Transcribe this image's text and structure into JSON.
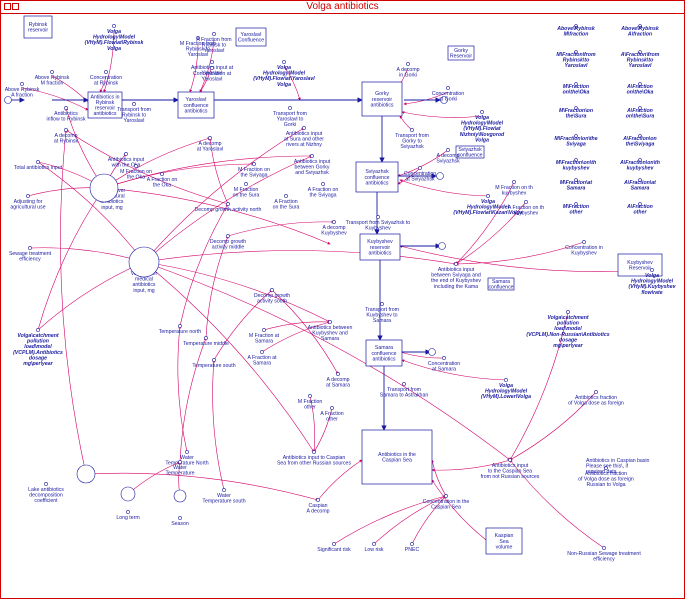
{
  "window": {
    "title": "Volga antibiotics"
  },
  "stocks": [
    {
      "id": "s1",
      "label": "Rybinsk|reservoir"
    },
    {
      "id": "s2",
      "label": "Antibiotics in|Rybinsk|reservoir|antibiotics"
    },
    {
      "id": "s3",
      "label": "Yaroslavl|confluence|antibiotics"
    },
    {
      "id": "s4",
      "label": "Gorky|reservoir|antibiotics"
    },
    {
      "id": "s5",
      "label": "Sviyazhsk|confluence|antibiotics"
    },
    {
      "id": "s6",
      "label": "Kuybyshev|reservoir|antibiotics"
    },
    {
      "id": "s7",
      "label": "Samara|confluence|antibiotics"
    },
    {
      "id": "s8",
      "label": "Antibiotics in the|Caspian Sea"
    },
    {
      "id": "s9",
      "label": "Kuybyshev|Reservoir"
    },
    {
      "id": "s10",
      "label": "Kaspian|Sea|volume"
    },
    {
      "id": "s11",
      "label": "Yaroslavl|Confluence"
    },
    {
      "id": "s12",
      "label": "Gorky|Reservoir"
    },
    {
      "id": "s13",
      "label": "Sviyazhsk|confluence"
    },
    {
      "id": "s14",
      "label": "Samara|confluence"
    }
  ],
  "variables": [
    {
      "id": "v1",
      "label": "Volga|Hydrology\\Model|(VHyM).Flow\\at\\Rybinsk|Volga",
      "style": "bold"
    },
    {
      "id": "v2",
      "label": "M Fraction from|Rybinsk to|Yaroslavl"
    },
    {
      "id": "v3",
      "label": "A Fraction from|Rybinsk to|Yaroslavl"
    },
    {
      "id": "v4",
      "label": "Above Rybinsk|M fraction"
    },
    {
      "id": "v5",
      "label": "Above Rybinsk|A fraction"
    },
    {
      "id": "v6",
      "label": "Concentration|at Rybinsk"
    },
    {
      "id": "v7",
      "label": "Antibiotics input at|Yaroslavl"
    },
    {
      "id": "v8",
      "label": "Concentration at|Yaroslavl"
    },
    {
      "id": "v9",
      "label": "Volga|Hydrology\\Model|(VHyM).Flow\\at\\Yaroslavl|Volga",
      "style": "bold"
    },
    {
      "id": "v10",
      "label": "A decomp|in Gorki"
    },
    {
      "id": "v11",
      "label": "Concentration|at Gorki"
    },
    {
      "id": "v12",
      "label": "Volga|Hydrology\\Model|(VHyM).Flow\\at|Nizhniy\\Novgorod|Volga",
      "style": "bold"
    },
    {
      "id": "v13",
      "label": "Antibiotics|inflow to Rybinsk"
    },
    {
      "id": "v14",
      "label": "A decomp|at Rybinsk"
    },
    {
      "id": "v15",
      "label": "Transport from|Rybinsk to|Yaroslavl"
    },
    {
      "id": "v16",
      "label": "Transport from|Yaroslavl to|Gorki"
    },
    {
      "id": "v17",
      "label": "A decomp|at Yaroslavl"
    },
    {
      "id": "v18",
      "label": "Antibiotics input|at Sura and other|rivers at Nizhny"
    },
    {
      "id": "v19",
      "label": "Transport from|Gorky to|Sviyazhsk"
    },
    {
      "id": "v20",
      "label": "Antibiotics input|with the Oka"
    },
    {
      "id": "v21",
      "label": "A Fraction on|the Oka"
    },
    {
      "id": "v22",
      "label": "M Fraction on|the Oka"
    },
    {
      "id": "v23",
      "label": "M Fraction on|the Sviyaga"
    },
    {
      "id": "v24",
      "label": "Antibiotics input|between Gorky|and Sviyazhsk"
    },
    {
      "id": "v25",
      "label": "A decomp|Sviyazhsk"
    },
    {
      "id": "v26",
      "label": "Concentration|at Sviyazhsk"
    },
    {
      "id": "v27",
      "label": "Total antibiotics input"
    },
    {
      "id": "v28",
      "label": "Volga River|agricultural|antibiotics|input, mg"
    },
    {
      "id": "v29",
      "label": "Adjusting for|agricultural use"
    },
    {
      "id": "v30",
      "label": "M Fraction|on the Sura"
    },
    {
      "id": "v31",
      "label": "A Fraction on|the Sviyaga"
    },
    {
      "id": "v32",
      "label": "A Fraction|on the Sura"
    },
    {
      "id": "v33",
      "label": "Transport from Sviyazhsk to|Kuybyshev"
    },
    {
      "id": "v34",
      "label": "M Fraction on th|kuybyshev"
    },
    {
      "id": "v35",
      "label": "Volga|Hydrology\\Model|(VHyM).Flow\\at\\Kazan\\Volga",
      "style": "bold"
    },
    {
      "id": "v36",
      "label": "A Fraction on th|kuybyshev"
    },
    {
      "id": "v37",
      "label": "Decomp growth activity north"
    },
    {
      "id": "v38",
      "label": "Volga River|medical|antibiotics|input, mg"
    },
    {
      "id": "v39",
      "label": "Decomp growth|activity middle"
    },
    {
      "id": "v40",
      "label": "A decomp|Kuybyshev"
    },
    {
      "id": "v41",
      "label": "Antibiotics input|between Sviyaga and|the end of Kuybyshev|including the Kama"
    },
    {
      "id": "v42",
      "label": "Concentration in|Kuybyshev"
    },
    {
      "id": "v43",
      "label": "Sewage treatment|efficiency"
    },
    {
      "id": "v44",
      "label": "Decomp growth|activity south"
    },
    {
      "id": "v45",
      "label": "Transport from|Kuybyshev to|Samara"
    },
    {
      "id": "v46",
      "label": "Temperature north"
    },
    {
      "id": "v47",
      "label": "Antibiotics between|Kuybyshev and|Samara"
    },
    {
      "id": "v48",
      "label": "M Fraction at|Samara"
    },
    {
      "id": "v49",
      "label": "Temperature middle"
    },
    {
      "id": "v50",
      "label": "Temperature south"
    },
    {
      "id": "v51",
      "label": "A Fraction at|Samara"
    },
    {
      "id": "v52",
      "label": "A decomp|at Samara"
    },
    {
      "id": "v53",
      "label": "Concentration|at Samara"
    },
    {
      "id": "v54",
      "label": "Volga|Hydrology\\Model|(VHyM).Lower\\Volga",
      "style": "bold"
    },
    {
      "id": "v55",
      "label": "Transport from|Samara to Astrakhan"
    },
    {
      "id": "v56",
      "label": "M Fraction|other"
    },
    {
      "id": "v57",
      "label": "A Fraction|other"
    },
    {
      "id": "v58",
      "label": "Antibiotics input to Caspian|Sea from other Russian sources"
    },
    {
      "id": "v59",
      "label": "Water|Temperature North"
    },
    {
      "id": "v60",
      "label": "Water|Temperature"
    },
    {
      "id": "v61",
      "label": "Water|Temperature south"
    },
    {
      "id": "v62",
      "label": "Lake antibiotics|decomposition|coefficient"
    },
    {
      "id": "v63",
      "label": "Long term"
    },
    {
      "id": "v64",
      "label": "Season"
    },
    {
      "id": "v65",
      "label": "Caspian|A decomp"
    },
    {
      "id": "v66",
      "label": "Concentration in the|Caspian Sea"
    },
    {
      "id": "v67",
      "label": "Antibiotics input|to the Caspian Sea|from not Russian sources"
    },
    {
      "id": "v68",
      "label": "Antibiotics fraction|of Volga dose as foreign"
    },
    {
      "id": "v69",
      "label": "Non-Russian Sewage treatment|efficiency"
    },
    {
      "id": "v70",
      "label": "Significant risk"
    },
    {
      "id": "v71",
      "label": "Low risk"
    },
    {
      "id": "v72",
      "label": "PNEC"
    },
    {
      "id": "v73",
      "label": "Volga\\catchment|pollution|load\\model|(VCPLM).Antibiotics|dosage|mg\\per\\year",
      "style": "bold"
    },
    {
      "id": "v74",
      "label": "Volga\\catchment|pollution|load\\model|(VCPLM).Non-Russian\\Antibiotics|dosage|mg\\per\\year",
      "style": "bold"
    },
    {
      "id": "v75",
      "label": "Volga|Hydrology\\Model|(VHyM).Kuybyshev|flow\\rate",
      "style": "bold"
    },
    {
      "id": "v76",
      "label": "Antibiotics fraction|of Volga dose as foreign|Russian to Volga"
    }
  ],
  "right_column": [
    {
      "label": "Above\\Rybinsk|M\\fraction"
    },
    {
      "label": "Above\\Rybinsk|A\\fraction"
    },
    {
      "label": "M\\Fraction\\from|Rybinsk\\to|Yaroslavl"
    },
    {
      "label": "A\\Fraction\\from|Rybinsk\\to|Yaroslavl"
    },
    {
      "label": "M\\Fraction|on\\the\\Oka"
    },
    {
      "label": "A\\Fraction|on\\the\\Oka"
    },
    {
      "label": "M\\Fraction\\on|the\\Sura"
    },
    {
      "label": "A\\Fraction|on\\the\\Sura"
    },
    {
      "label": "M\\Fraction\\on\\the|Sviyaga"
    },
    {
      "label": "A\\Fraction\\on|the\\Sviyaga"
    },
    {
      "label": "M\\Fraction\\on\\th|kuybyshev"
    },
    {
      "label": "A\\Fraction\\on\\th|kuybyshev"
    },
    {
      "label": "M\\Fraction\\at|Samara"
    },
    {
      "label": "A\\Fraction\\at|Samara"
    },
    {
      "label": "M\\Fraction|other"
    },
    {
      "label": "A\\Fraction|other"
    }
  ],
  "note": {
    "label": "Antibiotics in Caspian basin|Please see this\\, if|required data"
  }
}
